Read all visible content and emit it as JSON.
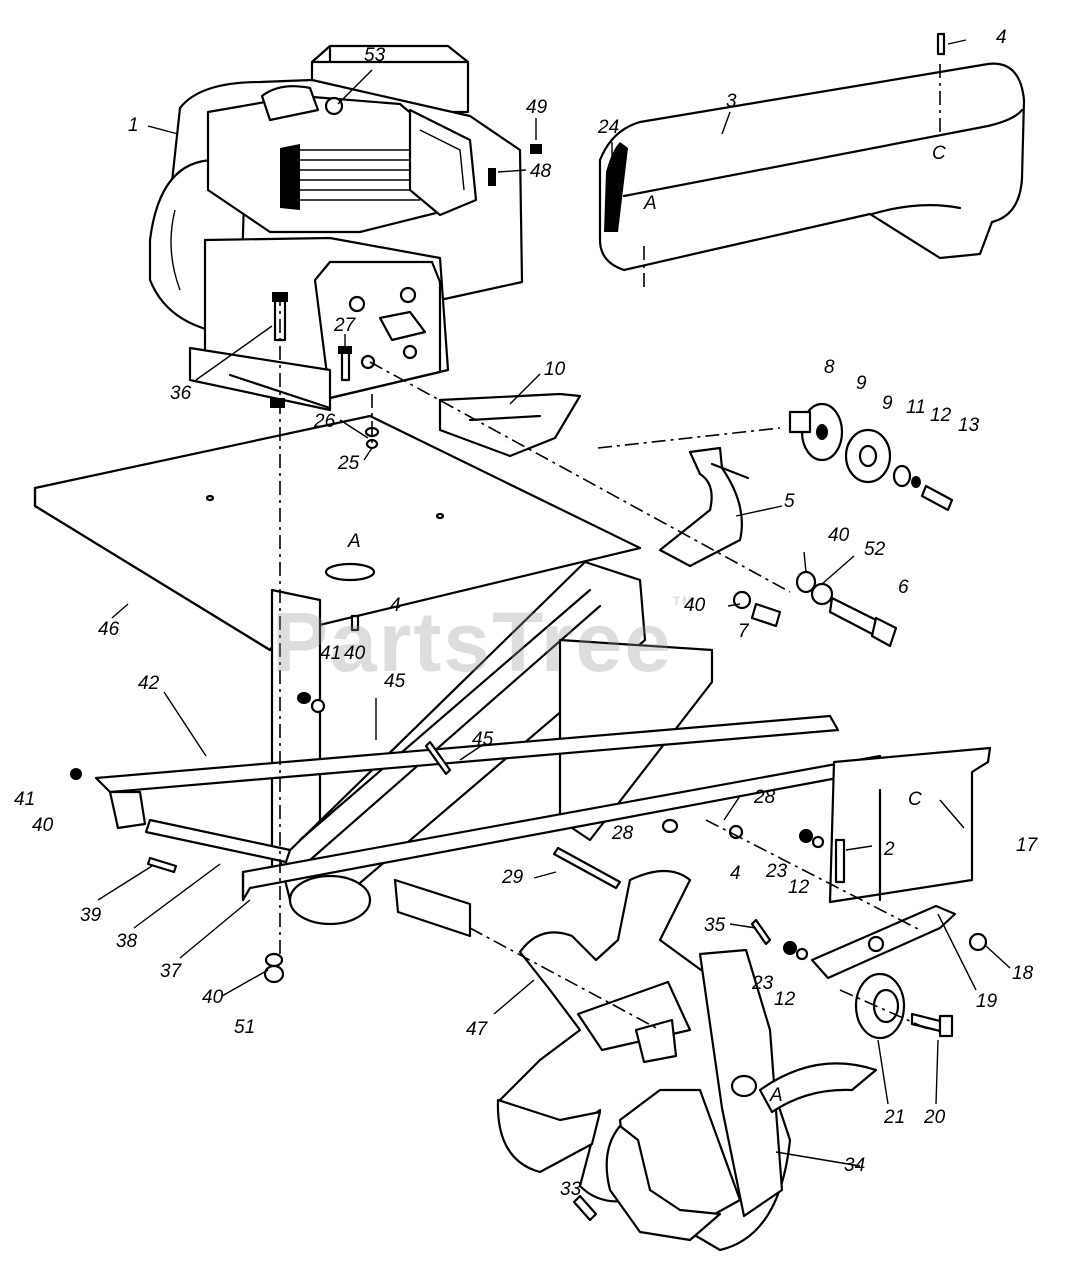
{
  "watermark": {
    "text": "PartsTree",
    "tm": "TM"
  },
  "callouts": [
    {
      "id": "c53",
      "text": "53"
    },
    {
      "id": "c1",
      "text": "1"
    },
    {
      "id": "c49",
      "text": "49"
    },
    {
      "id": "c48",
      "text": "48"
    },
    {
      "id": "c3",
      "text": "3"
    },
    {
      "id": "c4a",
      "text": "4"
    },
    {
      "id": "c24",
      "text": "24"
    },
    {
      "id": "cA1",
      "text": "A"
    },
    {
      "id": "cC1",
      "text": "C"
    },
    {
      "id": "c36",
      "text": "36"
    },
    {
      "id": "c27",
      "text": "27"
    },
    {
      "id": "c10",
      "text": "10"
    },
    {
      "id": "c26",
      "text": "26"
    },
    {
      "id": "c25",
      "text": "25"
    },
    {
      "id": "c8",
      "text": "8"
    },
    {
      "id": "c9a",
      "text": "9"
    },
    {
      "id": "c9b",
      "text": "9"
    },
    {
      "id": "c11",
      "text": "11"
    },
    {
      "id": "c12a",
      "text": "12"
    },
    {
      "id": "c13",
      "text": "13"
    },
    {
      "id": "c5",
      "text": "5"
    },
    {
      "id": "c40a",
      "text": "40"
    },
    {
      "id": "c52",
      "text": "52"
    },
    {
      "id": "c6",
      "text": "6"
    },
    {
      "id": "c40b",
      "text": "40"
    },
    {
      "id": "c7",
      "text": "7"
    },
    {
      "id": "cA2",
      "text": "A"
    },
    {
      "id": "c46",
      "text": "46"
    },
    {
      "id": "c4b",
      "text": "4"
    },
    {
      "id": "c41a",
      "text": "41"
    },
    {
      "id": "c40c",
      "text": "40"
    },
    {
      "id": "c42",
      "text": "42"
    },
    {
      "id": "c45a",
      "text": "45"
    },
    {
      "id": "c45b",
      "text": "45"
    },
    {
      "id": "c41b",
      "text": "41"
    },
    {
      "id": "c40d",
      "text": "40"
    },
    {
      "id": "c28a",
      "text": "28"
    },
    {
      "id": "c28b",
      "text": "28"
    },
    {
      "id": "cC2",
      "text": "C"
    },
    {
      "id": "c17",
      "text": "17"
    },
    {
      "id": "c2",
      "text": "2"
    },
    {
      "id": "c23a",
      "text": "23"
    },
    {
      "id": "c12b",
      "text": "12"
    },
    {
      "id": "c4c",
      "text": "4"
    },
    {
      "id": "c29",
      "text": "29"
    },
    {
      "id": "c39",
      "text": "39"
    },
    {
      "id": "c38",
      "text": "38"
    },
    {
      "id": "c37",
      "text": "37"
    },
    {
      "id": "c35",
      "text": "35"
    },
    {
      "id": "c18",
      "text": "18"
    },
    {
      "id": "c23b",
      "text": "23"
    },
    {
      "id": "c12c",
      "text": "12"
    },
    {
      "id": "c19",
      "text": "19"
    },
    {
      "id": "c40e",
      "text": "40"
    },
    {
      "id": "c51",
      "text": "51"
    },
    {
      "id": "c47",
      "text": "47"
    },
    {
      "id": "c21",
      "text": "21"
    },
    {
      "id": "c20",
      "text": "20"
    },
    {
      "id": "cA3",
      "text": "A"
    },
    {
      "id": "c34",
      "text": "34"
    },
    {
      "id": "c33",
      "text": "33"
    }
  ]
}
